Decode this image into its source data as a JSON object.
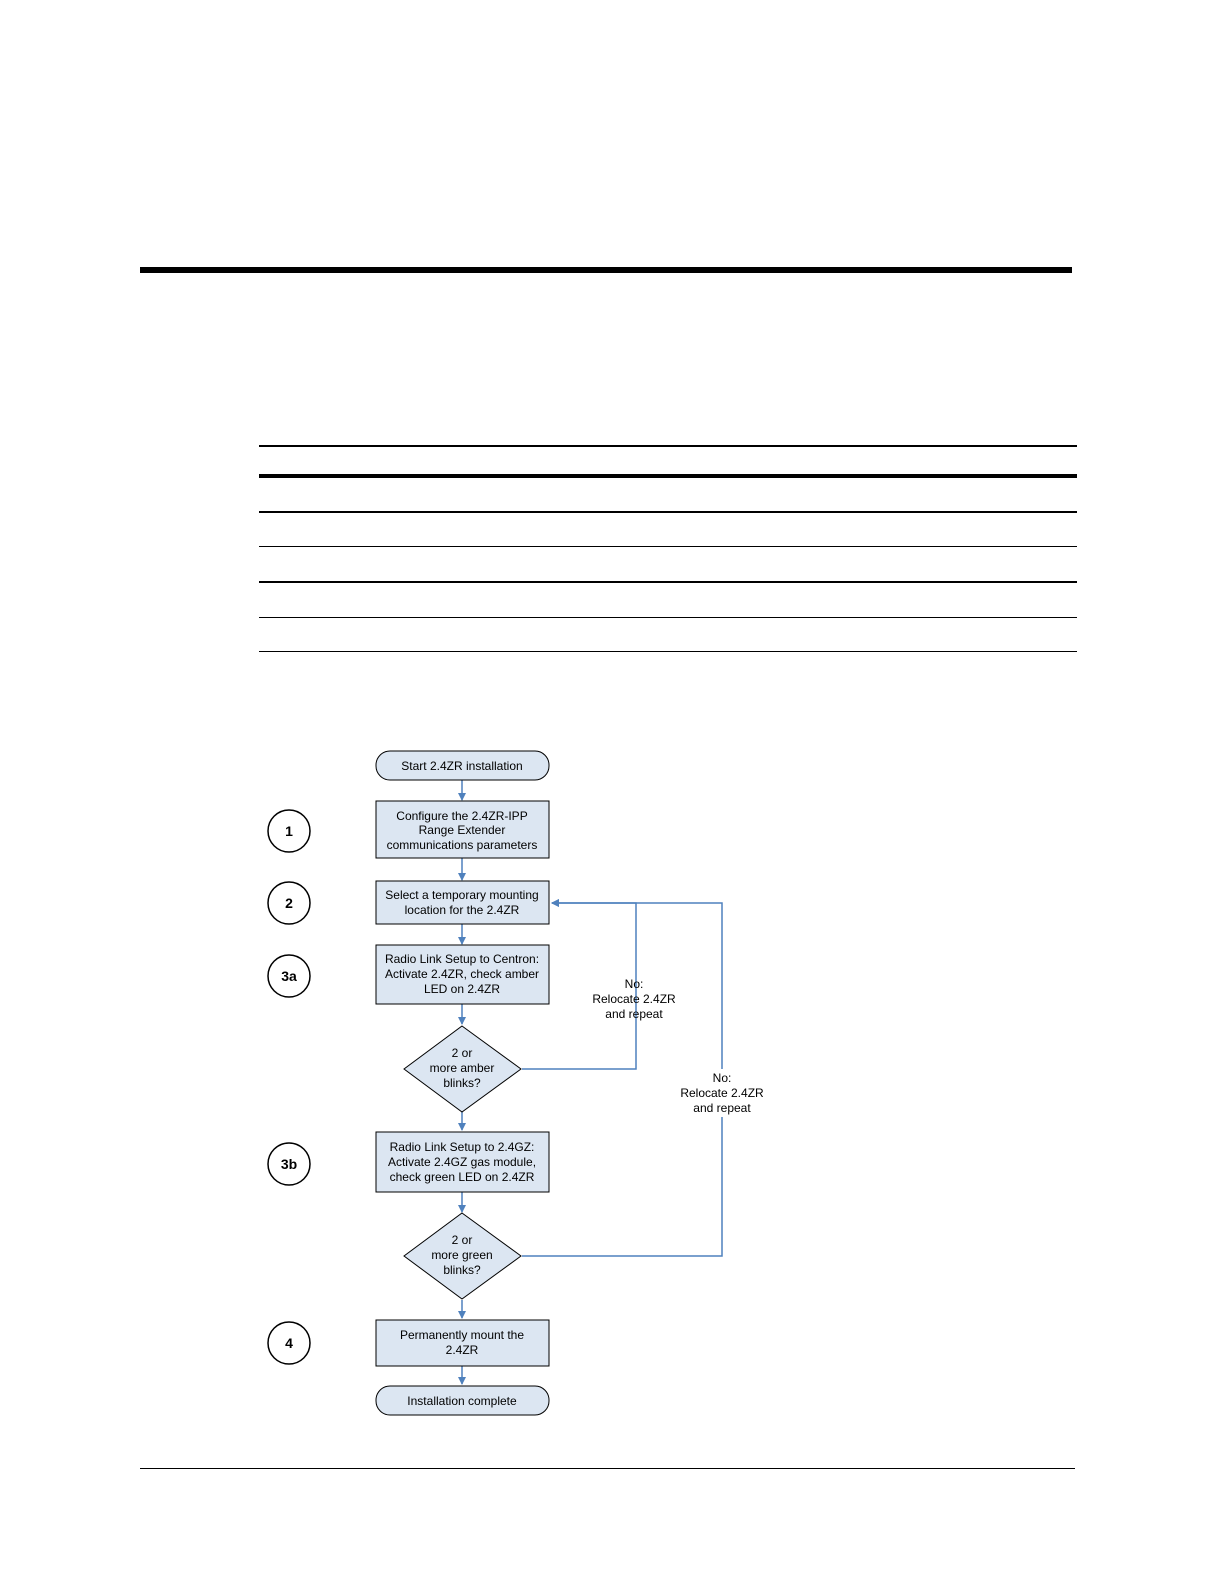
{
  "colors": {
    "box_fill": "#dce6f2",
    "line": "#4f81bd",
    "box_border": "#000000"
  },
  "flowchart": {
    "start": "Start 2.4ZR installation",
    "end": "Installation complete",
    "steps": [
      {
        "number": "1",
        "lines": [
          "Configure the 2.4ZR-IPP",
          "Range Extender",
          "communications parameters"
        ]
      },
      {
        "number": "2",
        "lines": [
          "Select a temporary mounting",
          "location for the 2.4ZR"
        ]
      },
      {
        "number": "3a",
        "lines": [
          "Radio Link Setup to Centron:",
          "Activate 2.4ZR, check amber",
          "LED on 2.4ZR"
        ]
      },
      {
        "number": "3b",
        "lines": [
          "Radio Link Setup to 2.4GZ:",
          "Activate 2.4GZ gas module,",
          "check green LED on 2.4ZR"
        ]
      },
      {
        "number": "4",
        "lines": [
          "Permanently mount the",
          "2.4ZR"
        ]
      }
    ],
    "decisions": [
      {
        "lines": [
          "2 or",
          "more amber",
          "blinks?"
        ],
        "no_label": [
          "No:",
          "Relocate 2.4ZR",
          "and repeat"
        ]
      },
      {
        "lines": [
          "2 or",
          "more green",
          "blinks?"
        ],
        "no_label": [
          "No:",
          "Relocate 2.4ZR",
          "and repeat"
        ]
      }
    ]
  }
}
